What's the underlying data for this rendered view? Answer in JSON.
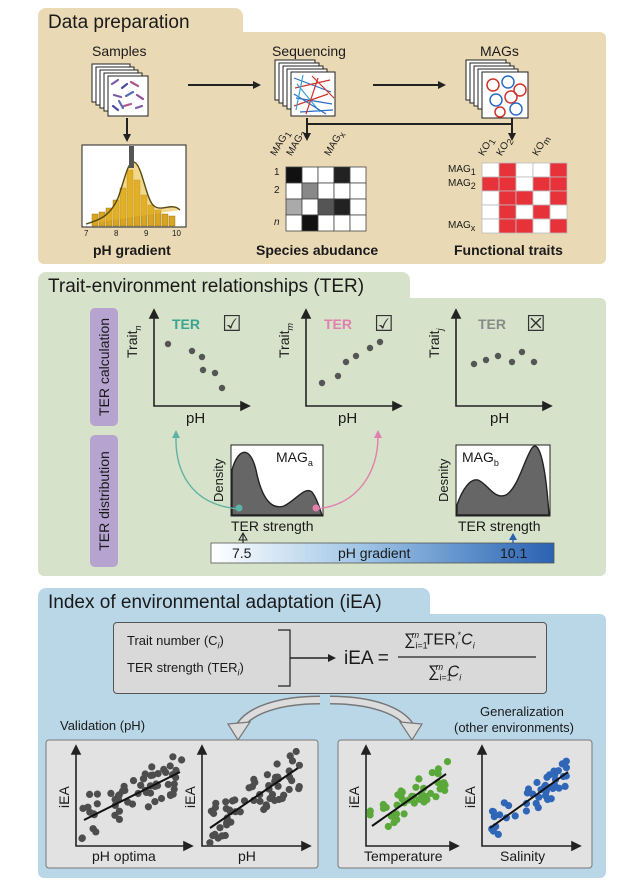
{
  "sections": {
    "prep": "Data preparation",
    "ter": "Trait-environment relationships (TER)",
    "iea": "Index of environmental adaptation (iEA)"
  },
  "prep": {
    "samples": "Samples",
    "sequencing": "Sequencing",
    "mags": "MAGs",
    "ph_gradient": "pH gradient",
    "species_abundance": "Species abudance",
    "functional_traits": "Functional traits",
    "ph_ticks": [
      "7",
      "8",
      "9",
      "10"
    ],
    "mag_cols": [
      "MAG",
      "MAG",
      "MAG"
    ],
    "mag_col_subs": [
      "1",
      "2",
      "x"
    ],
    "row_labels": [
      "1",
      "2",
      "n"
    ],
    "ko_cols": [
      "KO",
      "KO",
      "KO"
    ],
    "ko_col_subs": [
      "1",
      "2",
      "m"
    ],
    "mag_rows": [
      "MAG",
      "MAG",
      "MAG"
    ],
    "mag_row_subs": [
      "1",
      "2",
      "x"
    ]
  },
  "ter": {
    "vtab_calc": "TER calculation",
    "vtab_dist": "TER distribution",
    "tag": "TER",
    "trait_prefix": "Trait",
    "trait_subs": [
      "n",
      "m",
      "j"
    ],
    "xlab": "pH",
    "check": "☑",
    "cross": "☒",
    "density": "Density",
    "desnity": "Desnity",
    "mag_a": "MAG",
    "mag_a_sub": "a",
    "mag_b": "MAG",
    "mag_b_sub": "b",
    "strength": "TER strength",
    "ph_low": "7.5",
    "ph_mid": "pH gradient",
    "ph_high": "10.1",
    "colors": {
      "green": "#3aa58f",
      "pink": "#e27fae",
      "grey": "#8a8a8a"
    }
  },
  "iea": {
    "trait_number": "Trait number (C",
    "trait_number_sub": "i",
    "ter_strength": "TER strength (TER",
    "ter_strength_sub": "i",
    "formula_lhs": "iEA =",
    "formula_num": "TER",
    "formula_den": "C",
    "sum_from": "i=1",
    "sum_to": "m",
    "validation": "Validation (pH)",
    "generalization_1": "Generalization",
    "generalization_2": "(other environments)",
    "ylab": "iEA",
    "x_labels": [
      "pH optima",
      "pH",
      "Temperature",
      "Salinity"
    ],
    "colors": {
      "dark": "#4d4d4d",
      "green": "#5aa83a",
      "blue": "#2f66b8"
    }
  }
}
